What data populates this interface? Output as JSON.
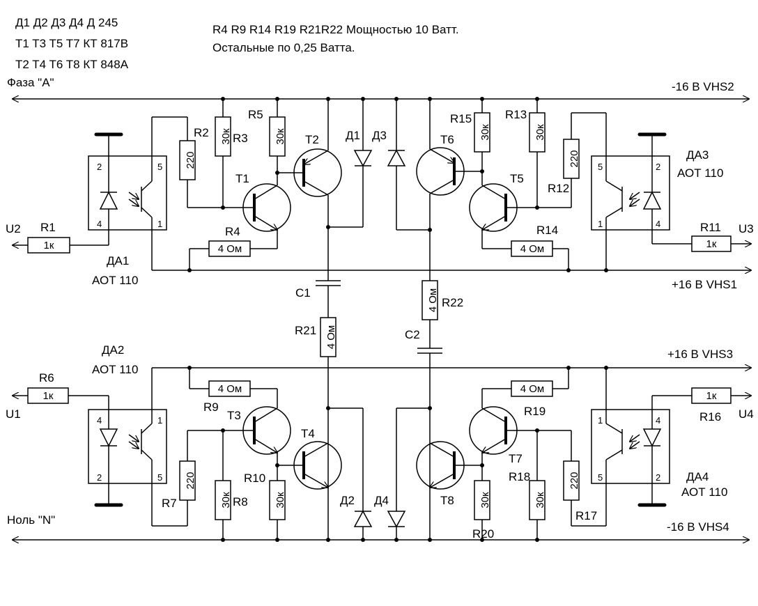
{
  "header": {
    "line1": "Д1 Д2 Д3 Д4  Д 245",
    "line2": "T1 T3 T5 T7   КТ 817В",
    "line3": "T2 T4 T6 T8   КТ 848А",
    "power1": "R4 R9 R14 R19 R21R22   Мощностью 10 Ватт.",
    "power2": "Остальные по 0,25 Ватта."
  },
  "rails": {
    "phase": "Фаза \"A\"",
    "vhs2": "-16 В  VHS2",
    "vhs1": "+16 В  VHS1",
    "vhs3": "+16 В  VHS3",
    "vhs4": "-16 В  VHS4",
    "neutral": "Ноль \"N\""
  },
  "io": {
    "u1": "U1",
    "u2": "U2",
    "u3": "U3",
    "u4": "U4"
  },
  "optocouplers": {
    "da1": {
      "name": "ДА1",
      "type": "АОТ 110"
    },
    "da2": {
      "name": "ДА2",
      "type": "АОТ 110"
    },
    "da3": {
      "name": "ДА3",
      "type": "АОТ 110"
    },
    "da4": {
      "name": "ДА4",
      "type": "АОТ 110"
    },
    "pins": {
      "p1": "1",
      "p2": "2",
      "p4": "4",
      "p5": "5"
    }
  },
  "transistors": {
    "t1": "T1",
    "t2": "T2",
    "t3": "T3",
    "t4": "T4",
    "t5": "T5",
    "t6": "T6",
    "t7": "T7",
    "t8": "T8"
  },
  "diodes": {
    "d1": "Д1",
    "d2": "Д2",
    "d3": "Д3",
    "d4": "Д4"
  },
  "capacitors": {
    "c1": "C1",
    "c2": "C2"
  },
  "resistors": {
    "r1": "R1",
    "r2": "R2",
    "r3": "R3",
    "r4": "R4",
    "r5": "R5",
    "r6": "R6",
    "r7": "R7",
    "r8": "R8",
    "r9": "R9",
    "r10": "R10",
    "r11": "R11",
    "r12": "R12",
    "r13": "R13",
    "r14": "R14",
    "r15": "R15",
    "r16": "R16",
    "r17": "R17",
    "r18": "R18",
    "r19": "R19",
    "r20": "R20",
    "r21": "R21",
    "r22": "R22"
  },
  "values": {
    "k1": "1к",
    "k30": "30к",
    "v220": "220",
    "ohm4": "4 Ом"
  }
}
